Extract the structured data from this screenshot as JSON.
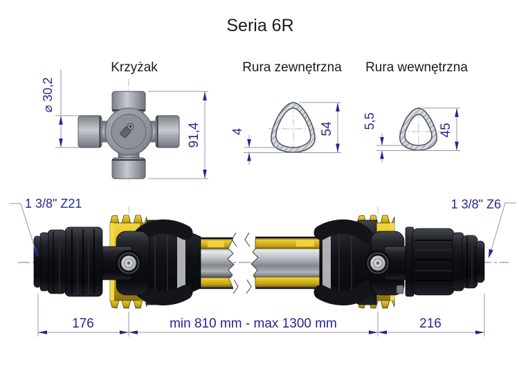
{
  "title": "Seria 6R",
  "parts": {
    "cross": {
      "label": "Krzyżak",
      "diameter": "⌀ 30,2",
      "height": "91,4"
    },
    "outer_tube": {
      "label": "Rura zewnętrzna",
      "wall": "4",
      "size": "54"
    },
    "inner_tube": {
      "label": "Rura wewnętrzna",
      "wall": "5,5",
      "size": "45"
    }
  },
  "shaft": {
    "left_spline": "1 3/8\" Z21",
    "right_spline": "1 3/8\" Z6",
    "left_length": "176",
    "telescopic_length": "min 810 mm - max 1300 mm",
    "right_length": "216"
  },
  "colors": {
    "dimension_blue": "#26268f",
    "guard_yellow": "#e2bf23",
    "guard_black": "#111216",
    "metal_gray": "#aab0b6"
  }
}
